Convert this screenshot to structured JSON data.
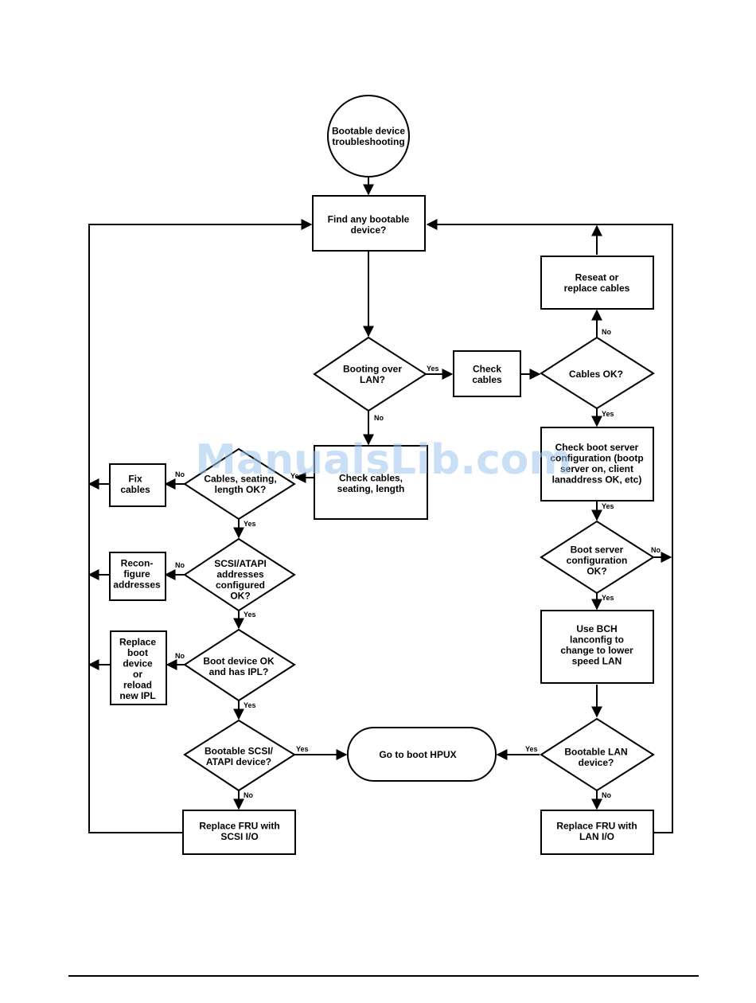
{
  "nodes": {
    "start": [
      "Bootable device",
      "troubleshooting"
    ],
    "find": [
      "Find any bootable",
      "device?"
    ],
    "lan_q": [
      "Booting over",
      "LAN?"
    ],
    "check_cables": [
      "Check",
      "cables"
    ],
    "cables_ok": [
      "Cables OK?"
    ],
    "reseat": [
      "Reseat or",
      "replace cables"
    ],
    "check_server": [
      "Check boot server",
      "configuration (bootp",
      "server on, client",
      "lanaddress OK, etc)"
    ],
    "server_ok": [
      "Boot server",
      "configuration",
      "OK?"
    ],
    "use_bch": [
      "Use BCH",
      "lanconfig to",
      "change to lower",
      "speed LAN"
    ],
    "boot_lan": [
      "Bootable LAN",
      "device?"
    ],
    "fru_lan": [
      "Replace FRU with",
      "LAN I/O"
    ],
    "check_seating": [
      "Check cables,",
      "seating, length"
    ],
    "seating_ok": [
      "Cables, seating,",
      "length OK?"
    ],
    "fix_cables": [
      "Fix",
      "cables"
    ],
    "scsi_q": [
      "SCSI/ATAPI",
      "addresses",
      "configured",
      "OK?"
    ],
    "reconfigure": [
      "Recon-",
      "figure",
      "addresses"
    ],
    "bootdev_q": [
      "Boot device OK",
      "and has IPL?"
    ],
    "replace_boot": [
      "Replace",
      "boot",
      "device",
      "or",
      "reload",
      "new IPL"
    ],
    "boot_scsi": [
      "Bootable SCSI/",
      "ATAPI device?"
    ],
    "goto_hpux": [
      "Go to boot HPUX"
    ],
    "fru_scsi": [
      "Replace FRU with",
      "SCSI I/O"
    ]
  },
  "edge_labels": {
    "lan_yes": "Yes",
    "lan_no": "No",
    "cables_ok_no": "No",
    "cables_ok_yes": "Yes",
    "server_yes": "Yes",
    "server_ok_no": "No",
    "server_ok_yes": "Yes",
    "boot_lan_yes": "Yes",
    "boot_lan_no": "No",
    "seating_no": "No",
    "seating_yes": "Yes",
    "check_seating_yes": "Yes",
    "scsi_no": "No",
    "scsi_yes": "Yes",
    "bootdev_no": "No",
    "bootdev_yes": "Yes",
    "boot_scsi_yes": "Yes",
    "boot_scsi_no": "No"
  },
  "watermark": "ManualsLib.com"
}
